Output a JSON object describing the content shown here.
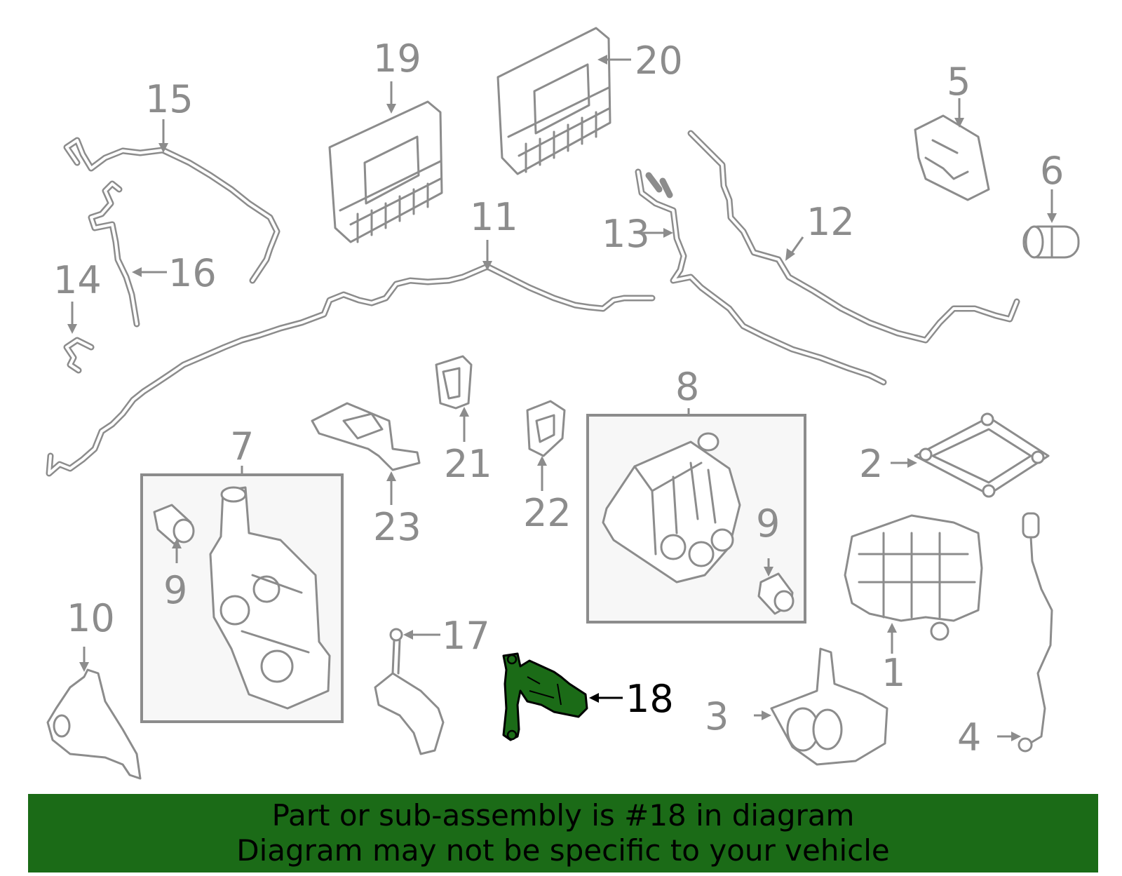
{
  "callouts": {
    "c1": "1",
    "c2": "2",
    "c3": "3",
    "c4": "4",
    "c5": "5",
    "c6": "6",
    "c7": "7",
    "c8": "8",
    "c9a": "9",
    "c9b": "9",
    "c10": "10",
    "c11": "11",
    "c12": "12",
    "c13": "13",
    "c14": "14",
    "c15": "15",
    "c16": "16",
    "c17": "17",
    "c18": "18",
    "c19": "19",
    "c20": "20",
    "c21": "21",
    "c22": "22",
    "c23": "23"
  },
  "highlight": {
    "part": "18",
    "color": "#1b6b17"
  },
  "colors": {
    "line": "#8c8c8c",
    "banner": "#1b6b17",
    "box_fill": "#f7f7f7"
  },
  "banner": {
    "line1": "Part or sub-assembly is #18 in diagram",
    "line2": "Diagram may not be specific to your vehicle"
  }
}
